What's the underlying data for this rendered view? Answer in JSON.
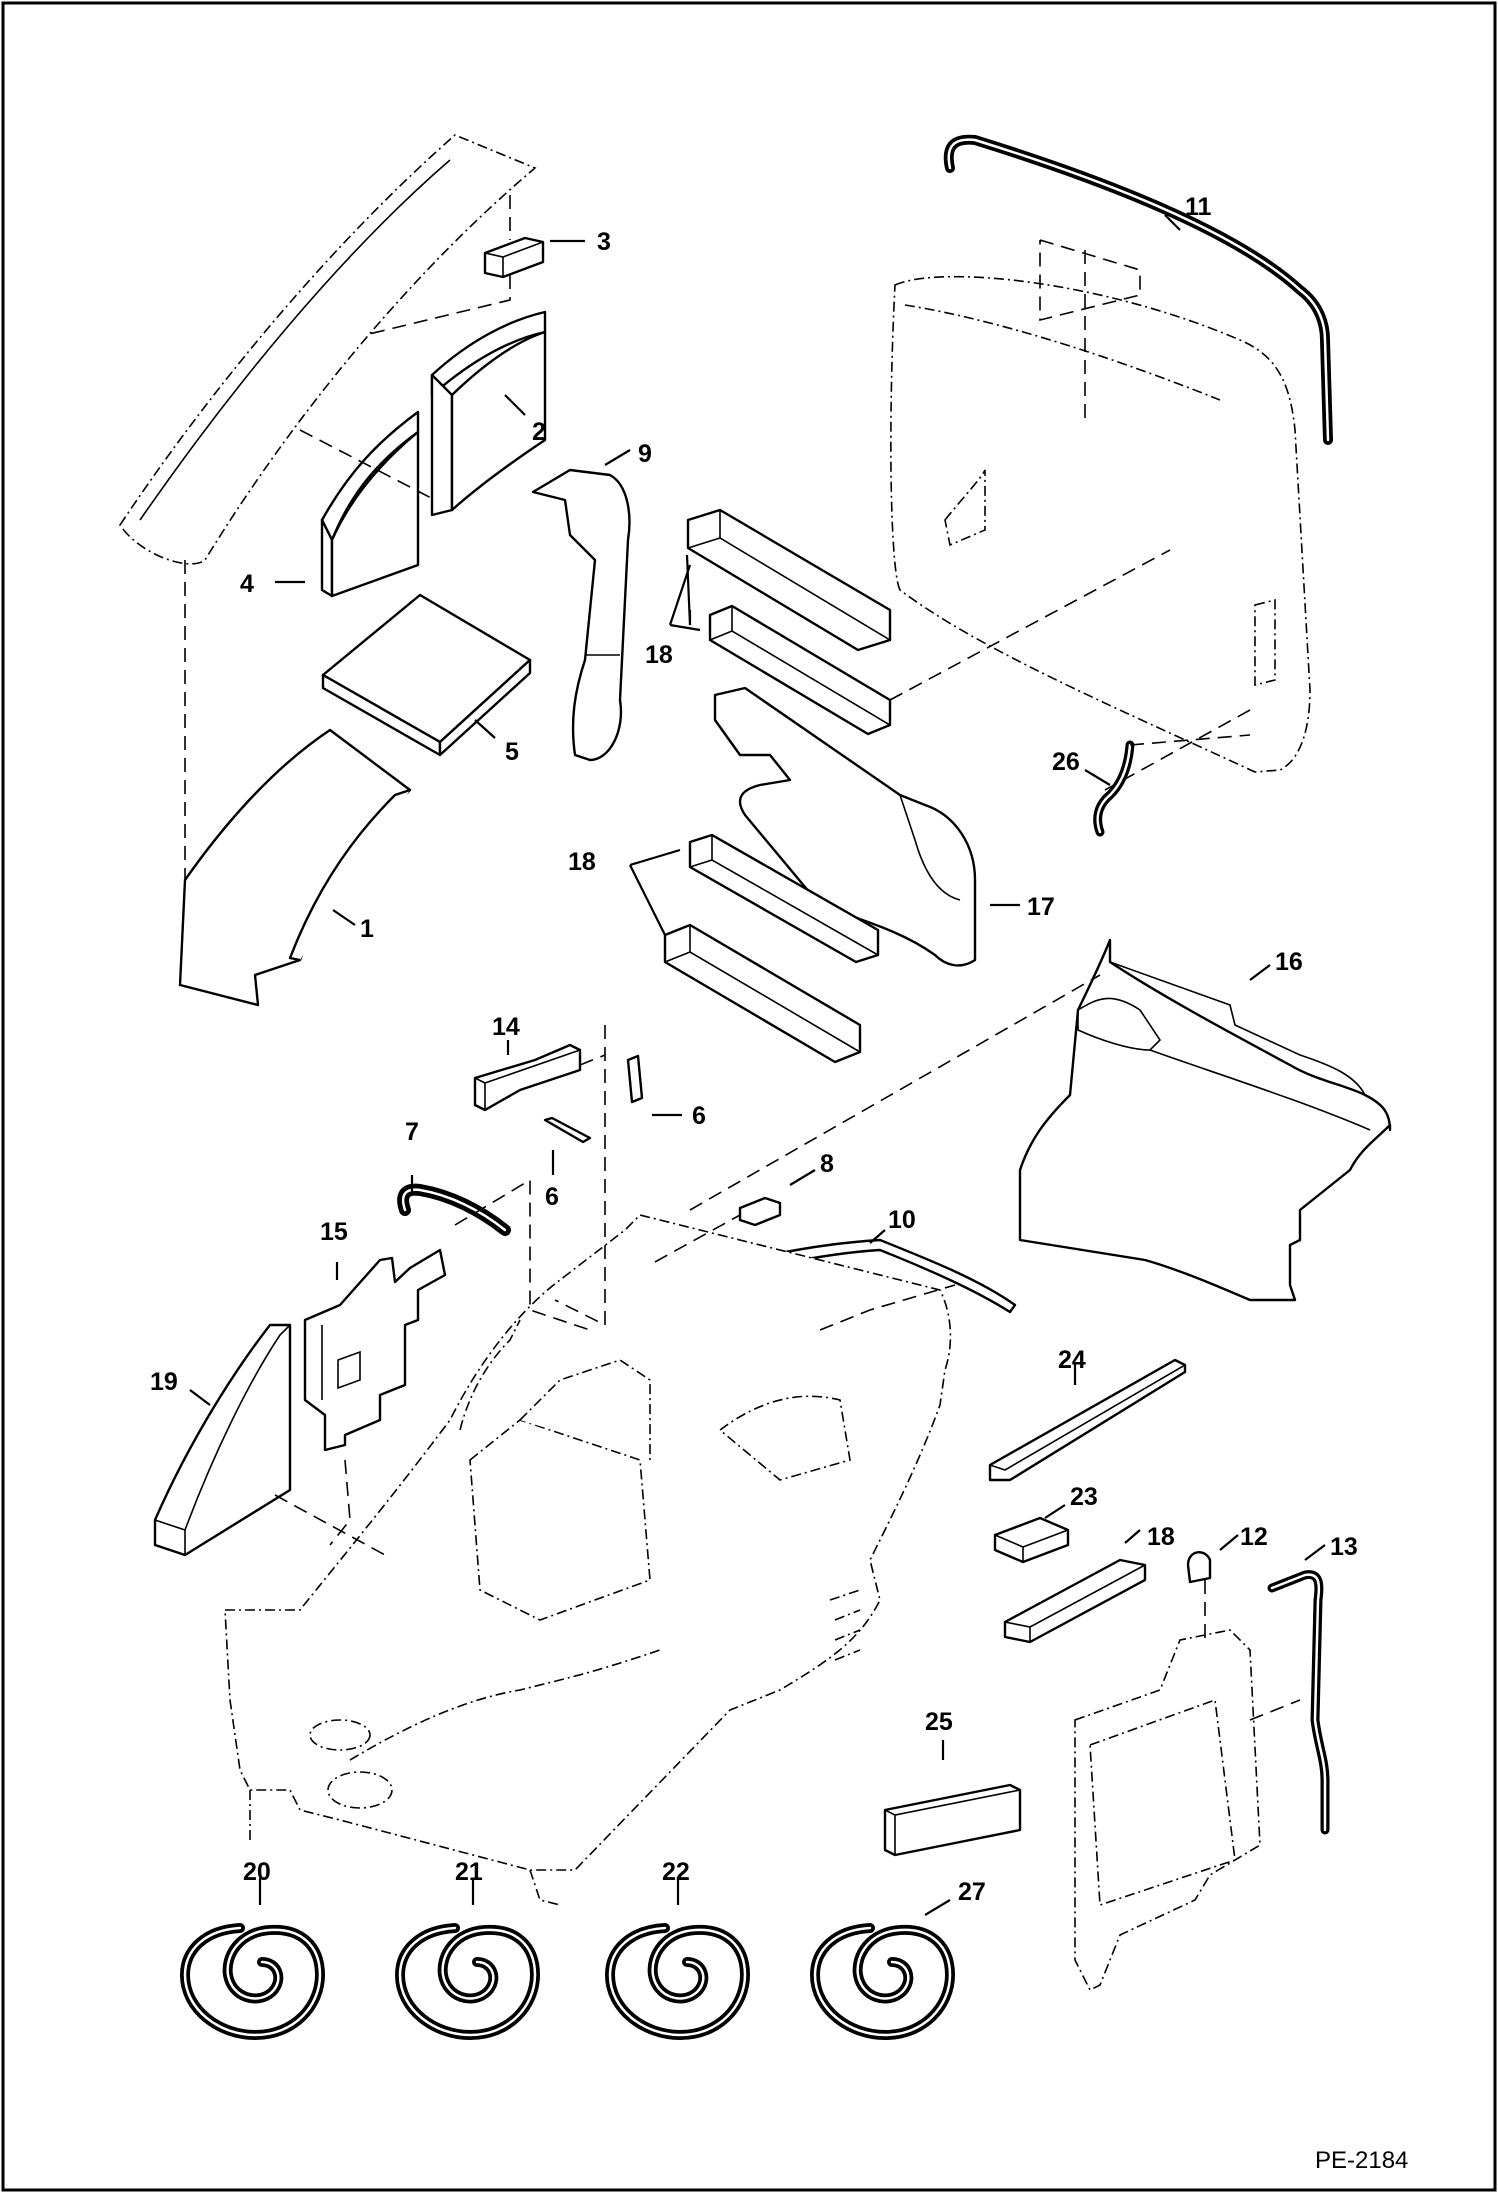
{
  "diagram": {
    "document_id": "PE-2184",
    "callouts": {
      "c1": "1",
      "c2": "2",
      "c3": "3",
      "c4": "4",
      "c5": "5",
      "c6a": "6",
      "c6b": "6",
      "c7": "7",
      "c8": "8",
      "c9": "9",
      "c10": "10",
      "c11": "11",
      "c12": "12",
      "c13": "13",
      "c14": "14",
      "c15": "15",
      "c16": "16",
      "c17": "17",
      "c18a": "18",
      "c18b": "18",
      "c18c": "18",
      "c19": "19",
      "c20": "20",
      "c21": "21",
      "c22": "22",
      "c23": "23",
      "c24": "24",
      "c25": "25",
      "c26": "26",
      "c27": "27"
    }
  }
}
